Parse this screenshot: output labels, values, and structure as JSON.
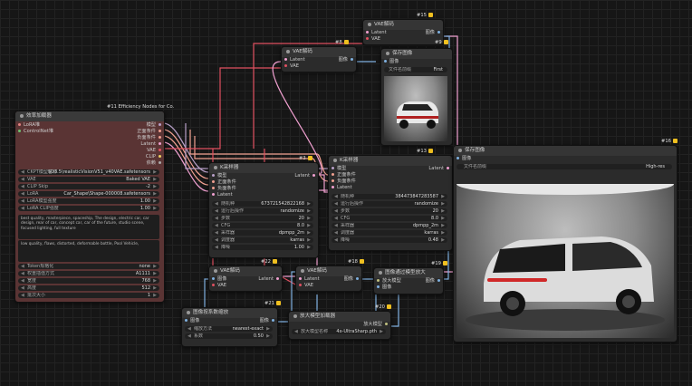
{
  "effnode": {
    "header": "#11 Efficiency Nodes for Co.",
    "title": "效率加载器",
    "in_ports": [
      "LoRA堆",
      "ControlNet堆"
    ],
    "out_ports": [
      "模型",
      "正面条件",
      "负面条件",
      "Latent",
      "VAE",
      "CLIP",
      "依赖"
    ],
    "widgets": [
      {
        "label": "CKPT模型名称",
        "value": "SD3.5\\realisticVisionV51_v40VAE.safetensors"
      },
      {
        "label": "VAE",
        "value": "Baked VAE"
      },
      {
        "label": "CLIP Skip",
        "value": "-2"
      },
      {
        "label": "LoRA",
        "value": "Car_Shape\\Shape-000008.safetensors"
      },
      {
        "label": "LoRA模型强度",
        "value": "1.00"
      },
      {
        "label": "LoRA CLIP强度",
        "value": "1.00"
      }
    ],
    "positive_text": "best quality, masterpiece, spaceship, The design, electric car, car design, rear of car, concept car, car of the future, studio scene, focused lighting, full texture",
    "negative_text": "low quality, flaws, distorted, deformable bottle, Pool Vehicle,",
    "widgets2": [
      {
        "label": "Token规格化",
        "value": "none"
      },
      {
        "label": "权重插值方式",
        "value": "A1111"
      },
      {
        "label": "宽度",
        "value": "768"
      },
      {
        "label": "高度",
        "value": "512"
      },
      {
        "label": "批次大小",
        "value": "1"
      }
    ]
  },
  "ksampler1": {
    "id": "#3",
    "title": "K采样器",
    "in_ports": [
      "模型",
      "正面条件",
      "负面条件",
      "Latent"
    ],
    "out_ports": [
      "Latent"
    ],
    "widgets": [
      {
        "label": "随机种",
        "value": "673721542822168"
      },
      {
        "label": "运行后操作",
        "value": "randomize"
      },
      {
        "label": "步数",
        "value": "20"
      },
      {
        "label": "CFG",
        "value": "8.0"
      },
      {
        "label": "采样器",
        "value": "dpmpp_2m"
      },
      {
        "label": "调度器",
        "value": "karras"
      },
      {
        "label": "降噪",
        "value": "1.00"
      }
    ]
  },
  "ksampler2": {
    "id": "#13",
    "title": "K采样器",
    "in_ports": [
      "模型",
      "正面条件",
      "负面条件",
      "Latent"
    ],
    "out_ports": [
      "Latent"
    ],
    "widgets": [
      {
        "label": "随机种",
        "value": "384473847283587"
      },
      {
        "label": "运行后操作",
        "value": "randomize"
      },
      {
        "label": "步数",
        "value": "20"
      },
      {
        "label": "CFG",
        "value": "8.0"
      },
      {
        "label": "采样器",
        "value": "dpmpp_2m"
      },
      {
        "label": "调度器",
        "value": "karras"
      },
      {
        "label": "降噪",
        "value": "0.48"
      }
    ]
  },
  "vae15": {
    "id": "#15",
    "title": "VAE解码",
    "in_ports": [
      "Latent",
      "VAE"
    ],
    "out": "图像"
  },
  "vae8": {
    "id": "#8",
    "title": "VAE解码",
    "in_ports": [
      "Latent",
      "VAE"
    ],
    "out": "图像"
  },
  "vae22": {
    "id": "#22",
    "title": "VAE解码",
    "in_ports": [
      "图像",
      "VAE"
    ],
    "out": "Latent"
  },
  "vae18": {
    "id": "#18",
    "title": "VAE解码",
    "in_ports": [
      "Latent",
      "VAE"
    ],
    "out": "图像"
  },
  "save9": {
    "id": "#9",
    "title": "保存图像",
    "in_port": "图像",
    "widget_label": "文件名前缀",
    "widget_value": "First"
  },
  "save16": {
    "id": "#16",
    "title": "保存图像",
    "in_port": "图像",
    "widget_label": "文件名前缀",
    "widget_value": "High-res"
  },
  "scale21": {
    "id": "#21",
    "title": "图像按系数缩放",
    "in_port": "图像",
    "out": "图像",
    "widgets": [
      {
        "label": "缩放方法",
        "value": "nearest-exact"
      },
      {
        "label": "系数",
        "value": "0.50"
      }
    ]
  },
  "upload20": {
    "id": "#20",
    "title": "放大模型加载器",
    "out": "放大模型",
    "widget_label": "放大模型名称",
    "widget_value": "4x-UltraSharp.pth"
  },
  "upscale19": {
    "id": "#19",
    "title": "图像通过模型放大",
    "in_ports": [
      "放大模型",
      "图像"
    ],
    "out": "图像"
  },
  "colors": {
    "canvas": "#161616",
    "node": "#2b2b2b",
    "effnode": "#5a3434",
    "badge": "#f0c020"
  }
}
